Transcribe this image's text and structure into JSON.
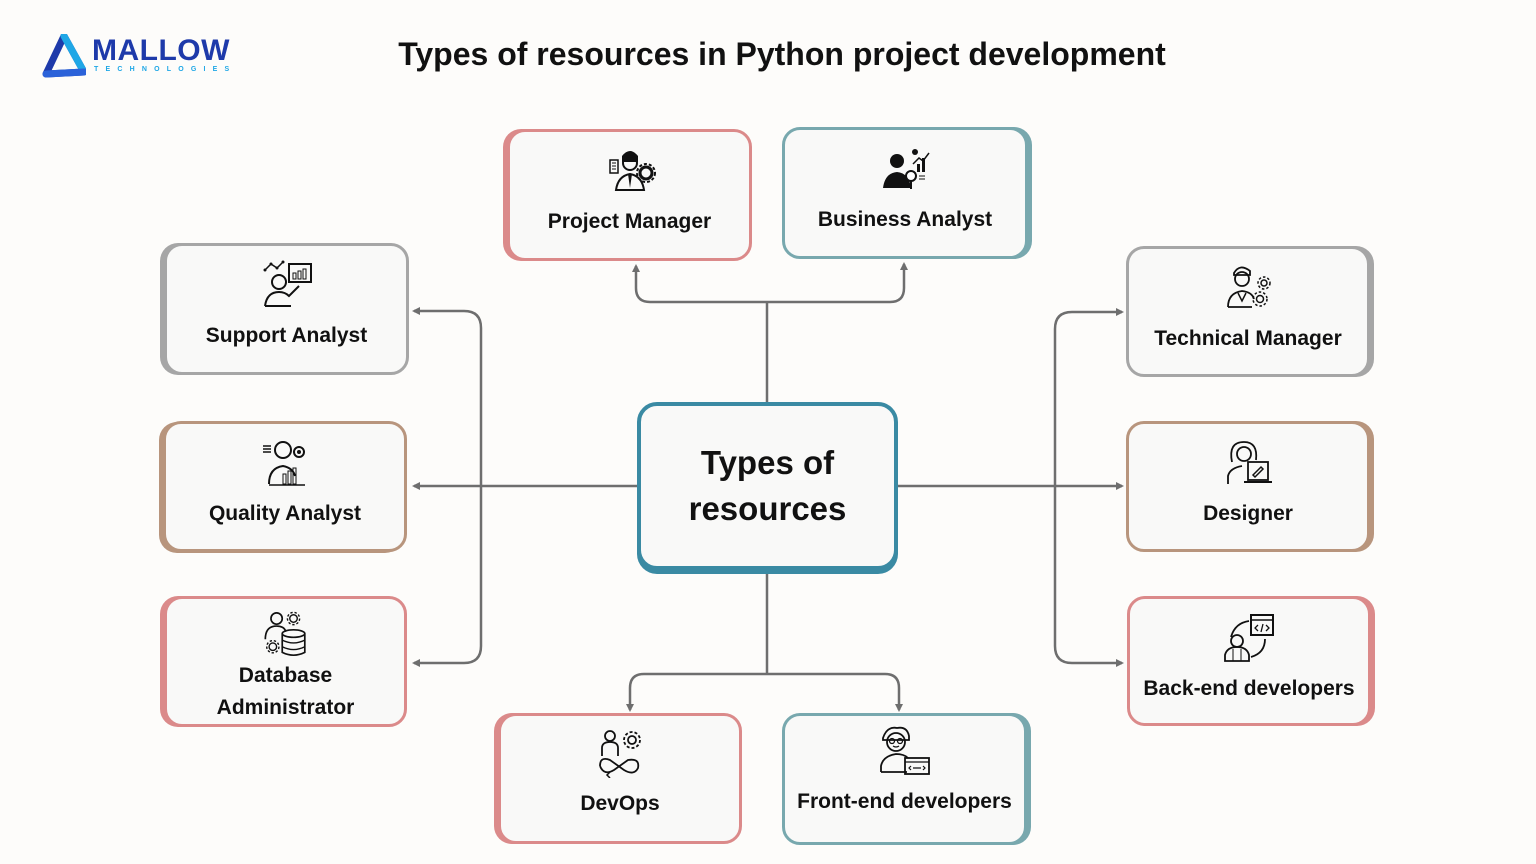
{
  "logo": {
    "brand": "MALLOW",
    "subtitle": "TECHNOLOGIES",
    "colors": {
      "dark": "#1e3aaa",
      "light": "#1fa7e6"
    }
  },
  "title": "Types of resources in Python project development",
  "center": {
    "line1": "Types of",
    "line2": "resources",
    "border_color": "#3a8aa3"
  },
  "nodes": [
    {
      "id": "project-manager",
      "label": "Project Manager",
      "icon": "project-manager-icon",
      "position": "top-left",
      "border_color": "#db8a8a"
    },
    {
      "id": "business-analyst",
      "label": "Business Analyst",
      "icon": "business-analyst-icon",
      "position": "top-right",
      "border_color": "#78a8ae"
    },
    {
      "id": "support-analyst",
      "label": "Support Analyst",
      "icon": "support-analyst-icon",
      "position": "left-1",
      "border_color": "#a6a6a6"
    },
    {
      "id": "quality-analyst",
      "label": "Quality Analyst",
      "icon": "quality-analyst-icon",
      "position": "left-2",
      "border_color": "#b8957d"
    },
    {
      "id": "database-administrator",
      "label": "Database Administrator",
      "label_lines": [
        "Database",
        "Administrator"
      ],
      "icon": "database-admin-icon",
      "position": "left-3",
      "border_color": "#db8a8a"
    },
    {
      "id": "technical-manager",
      "label": "Technical Manager",
      "icon": "technical-manager-icon",
      "position": "right-1",
      "border_color": "#a6a6a6"
    },
    {
      "id": "designer",
      "label": "Designer",
      "icon": "designer-icon",
      "position": "right-2",
      "border_color": "#b8957d"
    },
    {
      "id": "back-end-developers",
      "label": "Back-end developers",
      "icon": "backend-developer-icon",
      "position": "right-3",
      "border_color": "#db8a8a"
    },
    {
      "id": "devops",
      "label": "DevOps",
      "icon": "devops-icon",
      "position": "bottom-left",
      "border_color": "#db8a8a"
    },
    {
      "id": "front-end-developers",
      "label": "Front-end developers",
      "icon": "frontend-developer-icon",
      "position": "bottom-right",
      "border_color": "#78a8ae"
    }
  ],
  "connector_color": "#6e6e6e"
}
